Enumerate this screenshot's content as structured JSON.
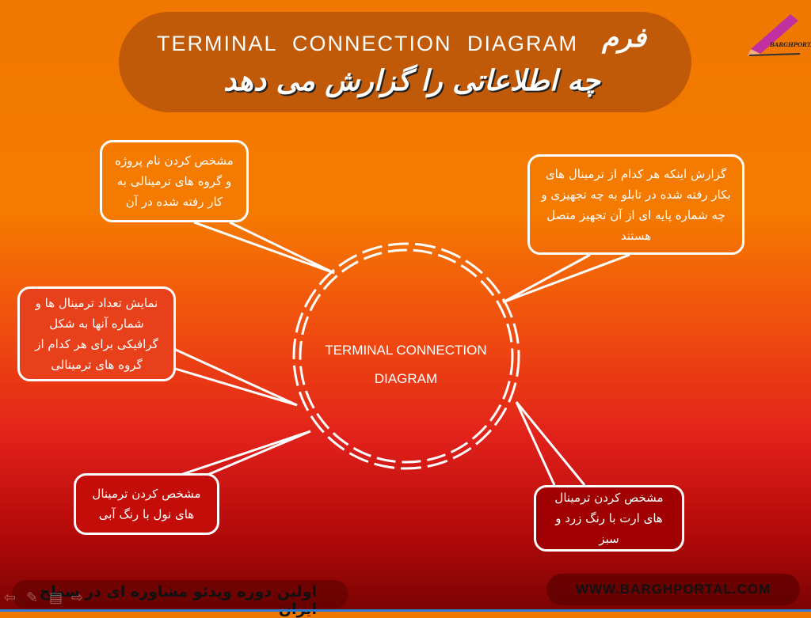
{
  "header": {
    "title_en": "TERMINAL  CONNECTION  DIAGRAM",
    "title_fa_word": "فرم",
    "subtitle_fa": "چه اطلاعاتی را گزارش می دهد"
  },
  "logo": {
    "text": "BARGHPORTAL"
  },
  "center": {
    "line1": "TERMINAL  CONNECTION",
    "line2": "DIAGRAM"
  },
  "callouts": [
    {
      "text": "مشخص کردن نام پروژه و گروه های ترمینالی به کار رفته شده در آن"
    },
    {
      "text": "گزارش اینکه هر کدام از ترمینال های بکار رفته شده در تابلو به چه تجهیزی و چه شماره پایه ای از آن تجهیز متصل هستند"
    },
    {
      "text": "نمایش تعداد ترمینال ها و شماره آنها به شکل گرافیکی برای هر کدام از گروه های ترمینالی"
    },
    {
      "text": "مشخص کردن ترمینال های نول با رنگ آبی"
    },
    {
      "text": "مشخص کردن ترمینال های ارت با رنگ زرد و سبز"
    }
  ],
  "footer": {
    "left_text": "اولین دوره ویدئو مشاوره ای در سطح ایران",
    "website": "WWW.BARGHPORTAL.COM"
  },
  "nav": {
    "prev_icon": "arrow-left-icon",
    "pen_icon": "pen-icon",
    "menu_icon": "menu-icon",
    "next_icon": "arrow-right-icon"
  },
  "colors": {
    "title_pill": "#c15a08",
    "callout_dark": "#a00000",
    "border": "#ffffff"
  }
}
